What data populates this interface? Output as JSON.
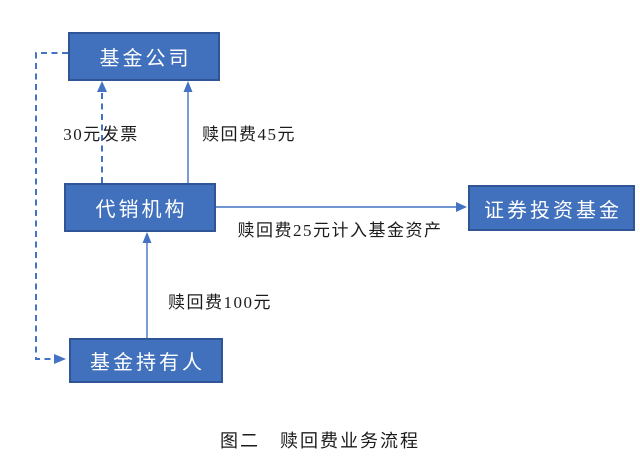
{
  "diagram": {
    "caption": "图二　赎回费业务流程",
    "nodes": {
      "fund_company": {
        "label": "基金公司"
      },
      "agency": {
        "label": "代销机构"
      },
      "holder": {
        "label": "基金持有人"
      },
      "securities_fund": {
        "label": "证券投资基金"
      }
    },
    "edges": [
      {
        "from": "fund_company",
        "to": "holder",
        "style": "dashed",
        "label": ""
      },
      {
        "from": "agency",
        "to": "fund_company",
        "style": "dashed",
        "label": "30元发票"
      },
      {
        "from": "agency",
        "to": "fund_company",
        "style": "solid",
        "label": "赎回费45元"
      },
      {
        "from": "holder",
        "to": "agency",
        "style": "solid",
        "label": "赎回费100元"
      },
      {
        "from": "agency",
        "to": "securities_fund",
        "style": "solid",
        "label": "赎回费25元计入基金资产"
      }
    ],
    "colors": {
      "node_fill": "#4170BC",
      "node_border": "#2F5597",
      "node_text": "#FFFFFF",
      "arrow": "#4472C4",
      "label_text": "#1C1C1C"
    }
  }
}
